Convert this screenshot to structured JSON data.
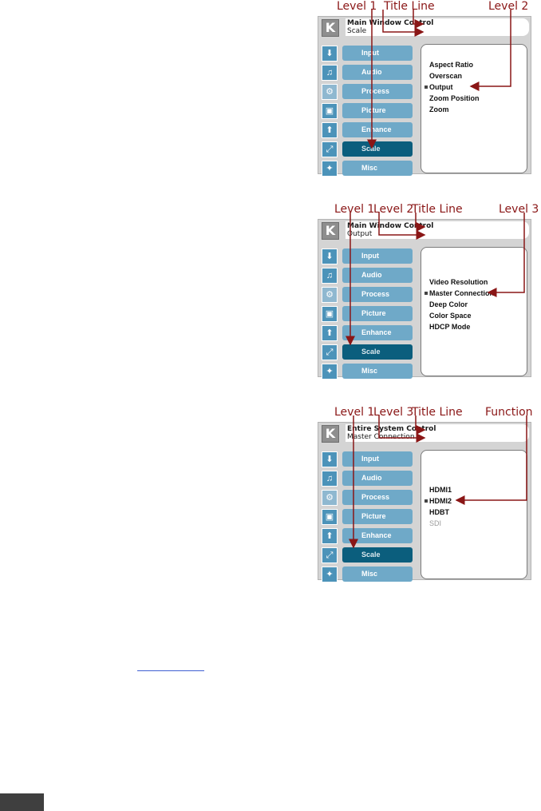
{
  "menu": {
    "items": [
      {
        "label": "Input",
        "icon": "input-icon",
        "glyph": "⬇"
      },
      {
        "label": "Audio",
        "icon": "music-note-icon",
        "glyph": "♫"
      },
      {
        "label": "Process",
        "icon": "process-icon",
        "glyph": "⚙"
      },
      {
        "label": "Picture",
        "icon": "picture-icon",
        "glyph": "▣"
      },
      {
        "label": "Enhance",
        "icon": "enhance-icon",
        "glyph": "⬆"
      },
      {
        "label": "Scale",
        "icon": "scale-icon",
        "glyph": "⤢"
      },
      {
        "label": "Misc",
        "icon": "misc-icon",
        "glyph": "✦"
      }
    ],
    "active": "Scale"
  },
  "logo": {
    "letter": "K"
  },
  "panels": [
    {
      "title_line1": "Main Window Control",
      "title_line2": "Scale",
      "options": [
        "Aspect Ratio",
        "Overscan",
        "Output",
        "Zoom Position",
        "Zoom"
      ],
      "selected": "Output",
      "annotations": [
        "Level 1",
        "Title Line",
        "Level 2"
      ]
    },
    {
      "title_line1": "Main Window Control",
      "title_line2": "Output",
      "options": [
        "Video Resolution",
        "Master Connection",
        "Deep Color",
        "Color Space",
        "HDCP Mode"
      ],
      "selected": "Master Connection",
      "annotations": [
        "Level 1",
        "Level 2",
        "Title Line",
        "Level 3"
      ]
    },
    {
      "title_line1": "Entire System Control",
      "title_line2": "Master Connection",
      "options": [
        "HDMI1",
        "HDMI2",
        "HDBT",
        "SDI"
      ],
      "selected": "HDMI2",
      "dimmed": [
        "SDI"
      ],
      "annotations": [
        "Level 1",
        "Level 3",
        "Title Line",
        "Function"
      ]
    }
  ],
  "colors": {
    "annotation": "#8a1616",
    "menu_button": "#6fa9c8",
    "menu_active": "#0b5e7d",
    "menu_icon": "#4c93b9"
  }
}
